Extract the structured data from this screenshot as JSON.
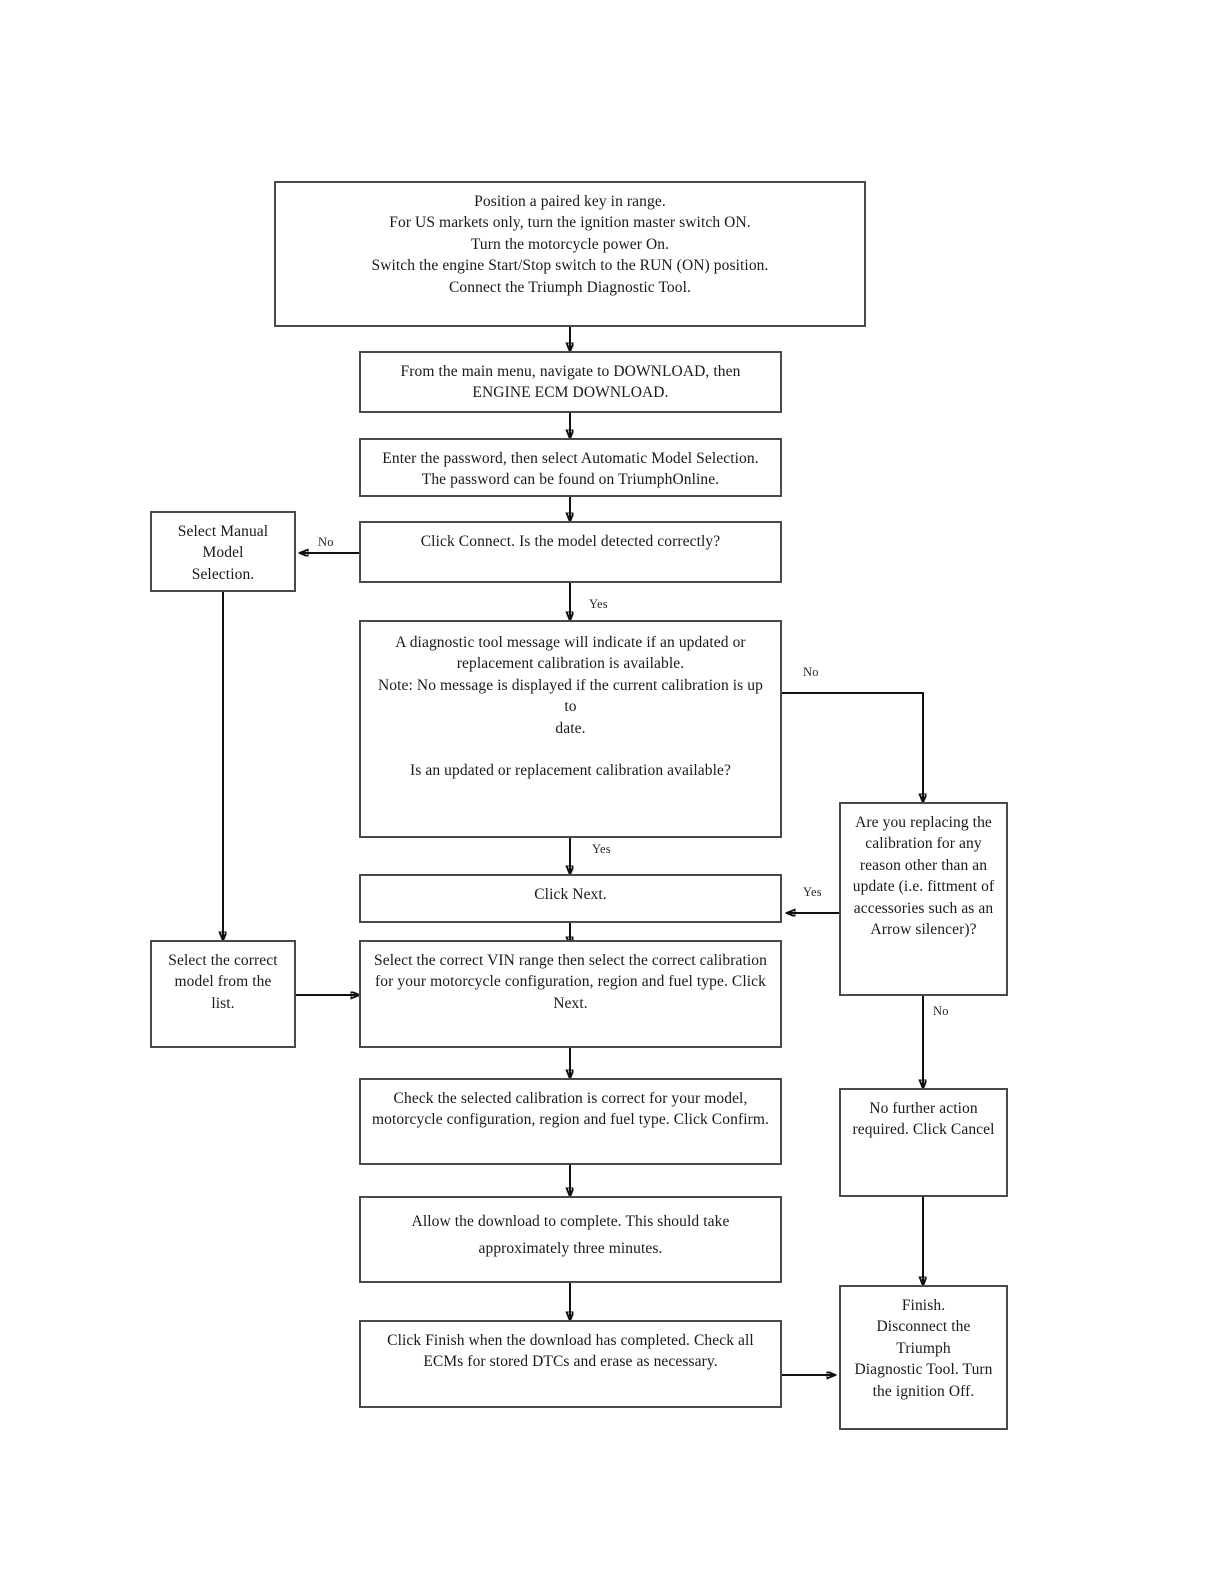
{
  "document": {
    "type": "flowchart",
    "title": "Engine ECM Download Procedure"
  },
  "nodes": {
    "start_setup": {
      "text": "Position a paired key in range.\nFor US markets only, turn the ignition master switch ON.\nTurn the motorcycle power On.\nSwitch the engine Start/Stop switch to the RUN (ON) position.\nConnect the Triumph Diagnostic Tool."
    },
    "navigate_download": {
      "text": "From the main menu, navigate to DOWNLOAD, then\nENGINE ECM DOWNLOAD."
    },
    "enter_password": {
      "text": "Enter the password, then select Automatic Model Selection.\nThe password can be found on TriumphOnline."
    },
    "model_detected_decision": {
      "text": "Click Connect. Is the model detected correctly?"
    },
    "manual_model_selection": {
      "text": "Select Manual Model\nSelection."
    },
    "calibration_available_decision": {
      "text": "A diagnostic tool message will indicate if an updated or\nreplacement calibration is available.\nNote: No message is displayed if the current calibration is up to\ndate.\n\nIs an updated or replacement calibration available?"
    },
    "replacing_reason_decision": {
      "text": "Are you replacing the\ncalibration for any\nreason other than an\nupdate (i.e. fittment of\naccessories such as an\nArrow silencer)?"
    },
    "click_next": {
      "text": "Click Next."
    },
    "select_model_from_list": {
      "text": "Select the correct\nmodel from the list."
    },
    "select_vin_range": {
      "text": "Select the correct VIN range then select the correct calibration\nfor your motorcycle configuration, region and fuel type. Click\nNext."
    },
    "check_calibration": {
      "text": "Check the selected calibration is correct for your model,\nmotorcycle configuration, region and fuel type. Click Confirm."
    },
    "allow_download": {
      "text": "Allow the download to complete. This should take\napproximately three minutes."
    },
    "click_finish": {
      "text": "Click Finish when the download has completed. Check all\nECMs for stored DTCs and erase as necessary."
    },
    "no_further_action": {
      "text": "No further action\nrequired. Click Cancel"
    },
    "finish": {
      "text": "Finish.\nDisconnect the Triumph\nDiagnostic Tool. Turn\nthe ignition Off."
    }
  },
  "edge_labels": {
    "model_detected_no": "No",
    "model_detected_yes": "Yes",
    "calibration_available_no": "No",
    "calibration_available_yes": "Yes",
    "replacing_reason_yes": "Yes",
    "replacing_reason_no": "No"
  },
  "colors": {
    "box_border": "#4a4a4a",
    "connector": "#111111",
    "text": "#191919",
    "background": "#ffffff"
  }
}
